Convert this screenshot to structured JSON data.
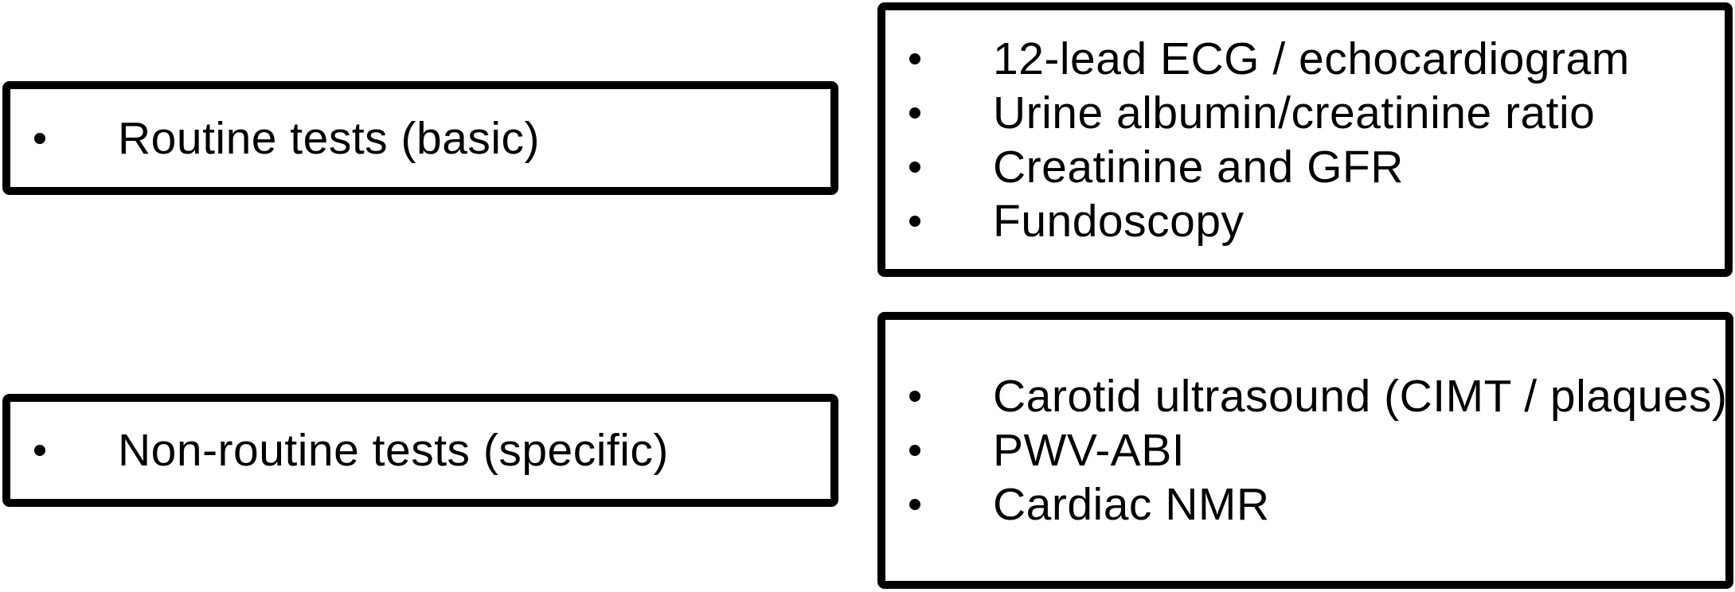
{
  "colors": {
    "background": "#ffffff",
    "border": "#000000",
    "text": "#000000"
  },
  "left_column": {
    "routine_label_box": {
      "label": "Routine tests (basic)"
    },
    "non_routine_label_box": {
      "label": "Non-routine tests (specific)"
    }
  },
  "right_column": {
    "routine_tests_box": {
      "items": [
        "12-lead ECG / echocardiogram",
        "Urine albumin/creatinine ratio",
        "Creatinine and GFR",
        "Fundoscopy"
      ]
    },
    "non_routine_tests_box": {
      "items": [
        "Carotid ultrasound (CIMT / plaques)",
        "PWV-ABI",
        "Cardiac NMR"
      ]
    }
  }
}
